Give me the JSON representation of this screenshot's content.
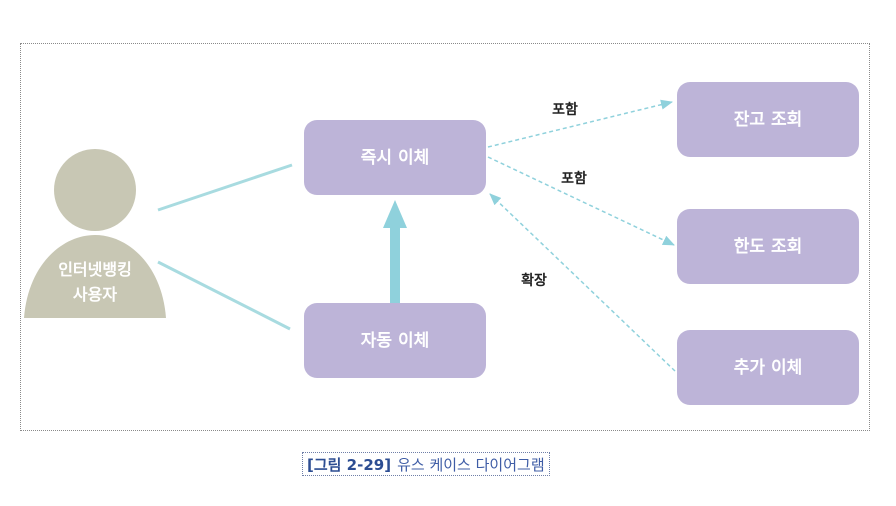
{
  "actor": {
    "label_line1": "인터넷뱅킹",
    "label_line2": "사용자"
  },
  "use_cases": {
    "instant_transfer": "즉시 이체",
    "auto_transfer": "자동 이체",
    "balance_inquiry": "잔고 조회",
    "limit_inquiry": "한도 조회",
    "additional_transfer": "추가 이체"
  },
  "relations": {
    "include_1": "포함",
    "include_2": "포함",
    "extend": "확장"
  },
  "caption": {
    "label": "[그림 2-29]",
    "text": "유스 케이스 다이어그램"
  },
  "colors": {
    "use_case_fill": "#bdb4d8",
    "actor_fill": "#c8c7b4",
    "line": "#a8dbe0",
    "arrow": "#8fd1dc",
    "caption_blue": "#2c4d92"
  }
}
